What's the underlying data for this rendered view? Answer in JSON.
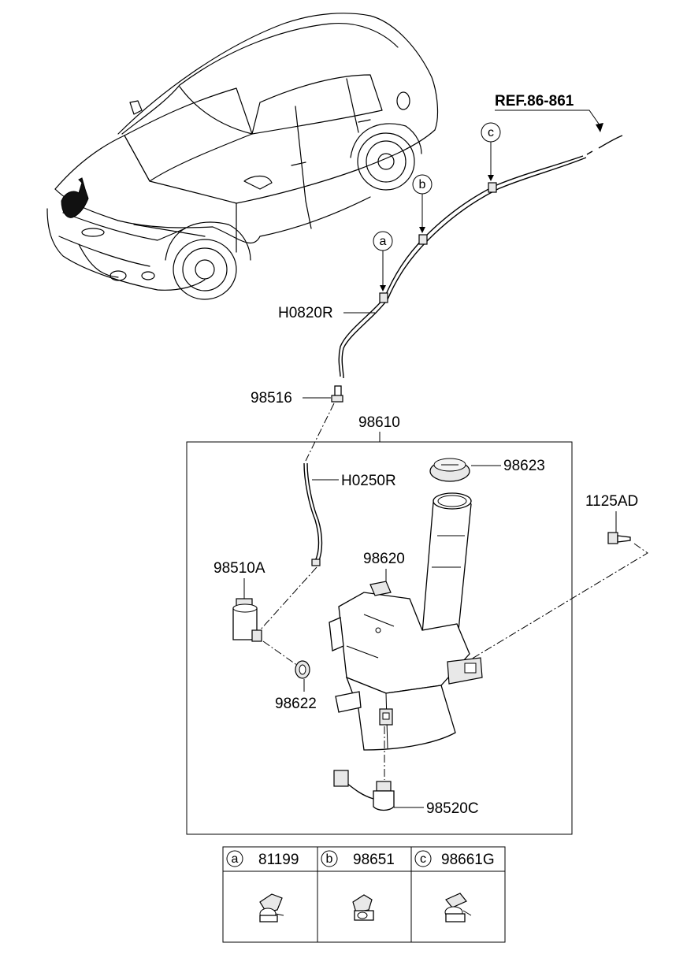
{
  "labels": {
    "ref": "REF.86-861",
    "hose_upper": "H0820R",
    "connector": "98516",
    "assembly": "98610",
    "hose_lower": "H0250R",
    "cap": "98623",
    "bolt": "1125AD",
    "pump": "98510A",
    "reservoir": "98620",
    "grommet": "98622",
    "level_sensor": "98520C"
  },
  "callouts": {
    "a": "a",
    "b": "b",
    "c": "c"
  },
  "legend": [
    {
      "key": "a",
      "part": "81199"
    },
    {
      "key": "b",
      "part": "98651"
    },
    {
      "key": "c",
      "part": "98661G"
    }
  ]
}
